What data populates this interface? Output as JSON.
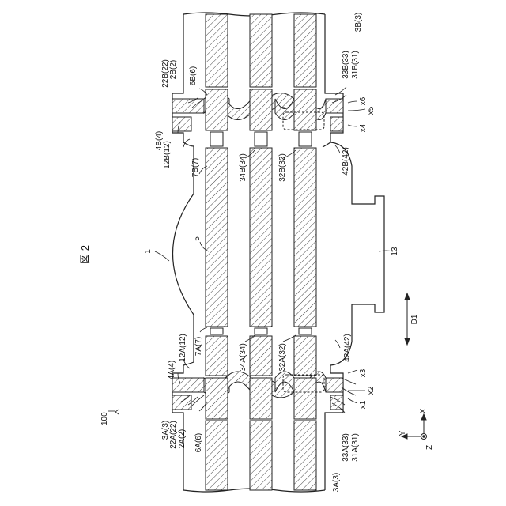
{
  "figure_title": "図 2",
  "assembly_label": "100",
  "labels": {
    "casing": "1",
    "shaft_member": "5",
    "outlet": "13",
    "lower_a_3a": "3A(3)",
    "lower_a_22a": "22A(22)",
    "lower_a_2a": "2A(2)",
    "lower_a_6a": "6A(6)",
    "lower_a_7a": "7A(7)",
    "lower_a_34a": "34A(34)",
    "lower_a_32a": "32A(32)",
    "lower_a_4a": "4A(4)",
    "lower_a_12a": "12A(12)",
    "lower_a_42a": "42A(42)",
    "bottom_3a": "3A(3)",
    "bottom_33a": "33A(33)",
    "bottom_31a": "31A(31)",
    "upper_b_22b": "22B(22)",
    "upper_b_2b": "2B(2)",
    "upper_b_6b": "6B(6)",
    "upper_b_4b": "4B(4)",
    "upper_b_12b": "12B(12)",
    "upper_b_7b": "7B(7)",
    "upper_b_34b": "34B(34)",
    "upper_b_32b": "32B(32)",
    "upper_b_42b": "42B(42)",
    "top_33b": "33B(33)",
    "top_31b": "31B(31)",
    "top_3b": "3B(3)",
    "x1": "x1",
    "x2": "x2",
    "x3": "x3",
    "x4": "x4",
    "x5": "x5",
    "x6": "x6",
    "d1": "D1",
    "axis_x": "X",
    "axis_y": "Y",
    "axis_z": "Z"
  }
}
